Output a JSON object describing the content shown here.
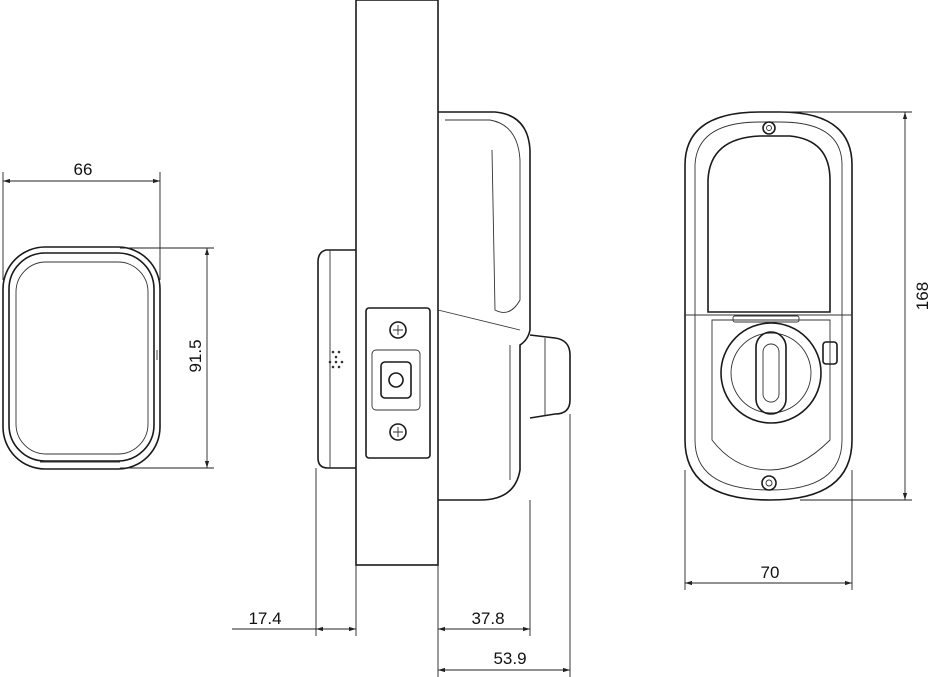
{
  "dimensions": {
    "front_width": "66",
    "front_height": "91.5",
    "keypad_depth": "17.4",
    "body_depth": "37.8",
    "knob_depth": "53.9",
    "rear_width": "70",
    "rear_height": "168"
  }
}
